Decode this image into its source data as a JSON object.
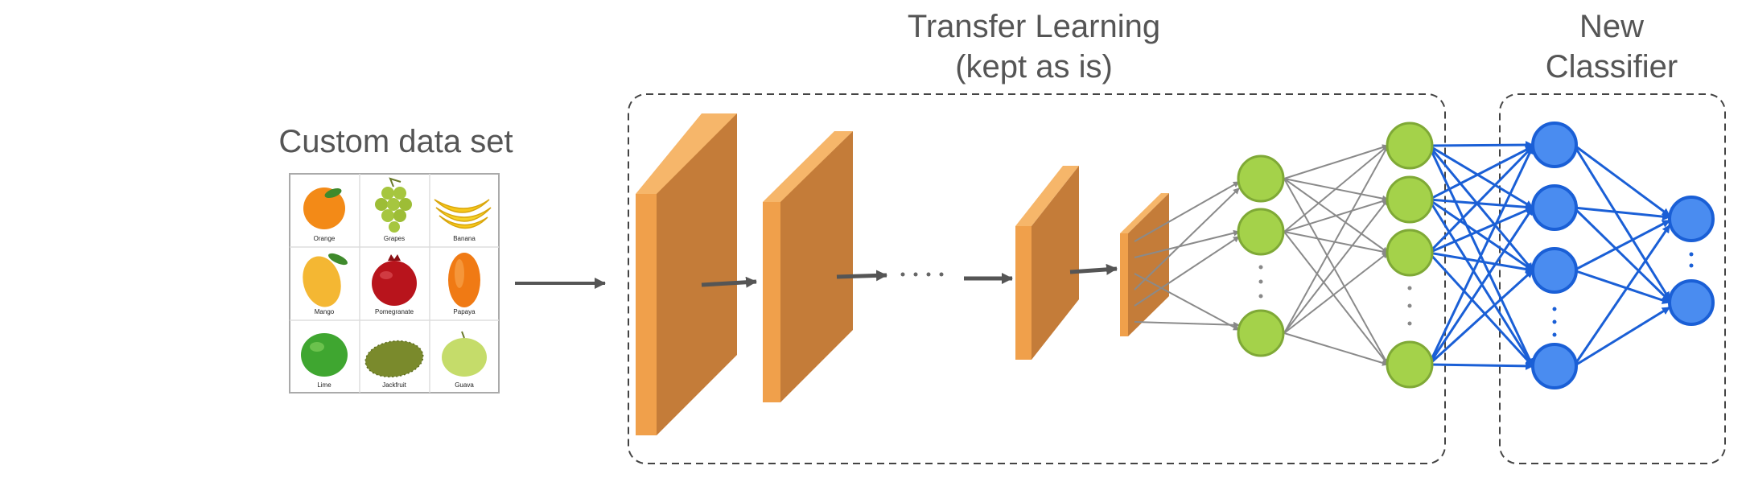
{
  "labels": {
    "dataset_title": "Custom data set",
    "transfer_line1": "Transfer Learning",
    "transfer_line2": "(kept as is)",
    "classifier_line1": "New",
    "classifier_line2": "Classifier"
  },
  "dataset": {
    "fruits": [
      "Orange",
      "Grapes",
      "Banana",
      "Mango",
      "Pomegranate",
      "Papaya",
      "Lime",
      "Jackfruit",
      "Guava"
    ]
  },
  "colors": {
    "conv_front": "#f0a04b",
    "conv_side": "#c47c39",
    "conv_top": "#f6b66a",
    "green_node": "#a4d24a",
    "green_stroke": "#7fa936",
    "blue_node": "#4a8cf0",
    "blue_stroke": "#1a5fd6",
    "blue_edge": "#1a5fd6",
    "gray_edge": "#8a8a8a",
    "label_text": "#555555",
    "box_border": "#444444"
  }
}
